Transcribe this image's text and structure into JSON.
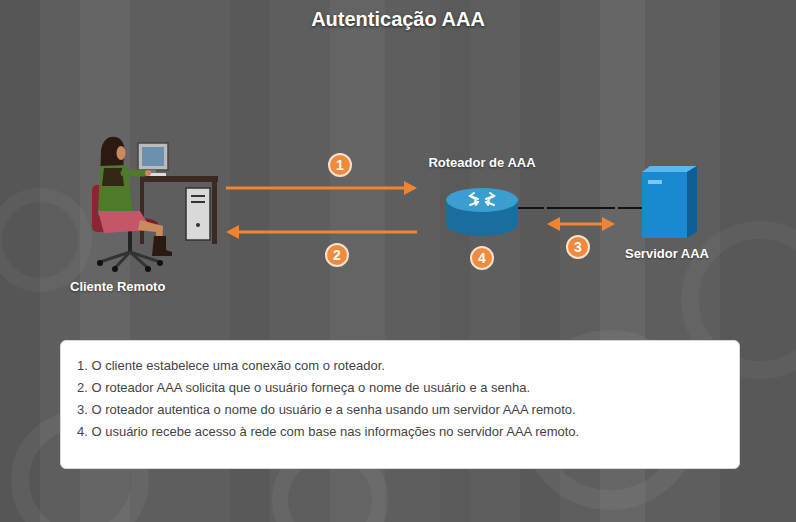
{
  "diagram": {
    "title": "Autenticação AAA",
    "nodes": [
      {
        "text": [
          "Cliente Remoto"
        ]
      },
      {
        "text": [
          "Roteador de AAA"
        ]
      },
      {
        "text": [
          "Servidor AAA"
        ]
      },
      {
        "text": [
          "1. O cliente estabelece uma conexão com o roteador.",
          "2. O roteador AAA solicita que o usuário forneça o nome de usuário e a senha.",
          "3. O roteador autentica o nome do usuário e a senha usando um servidor AAA remoto.",
          "4. O usuário recebe acesso à rede com base nas informações no servidor AAA remoto."
        ]
      }
    ],
    "edges": [
      {
        "from": 0,
        "to": 1,
        "arrow": "to"
      },
      {
        "from": 1,
        "to": 0,
        "arrow": "to"
      },
      {
        "from": 1,
        "to": 2,
        "arrow": "both"
      },
      {
        "from": 1,
        "to": 2,
        "arrow": "none"
      }
    ],
    "labels": [
      "1",
      "2",
      "3",
      "4"
    ]
  }
}
